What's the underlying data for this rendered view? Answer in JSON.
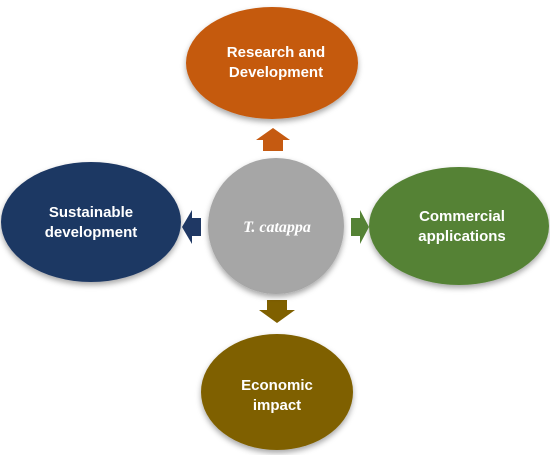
{
  "diagram": {
    "center": {
      "label": "T. catappa",
      "color": "#a6a6a6"
    },
    "nodes": [
      {
        "id": "research",
        "line1": "Research and",
        "line2": "Development",
        "color": "#c55a11"
      },
      {
        "id": "commercial",
        "line1": "Commercial",
        "line2": "applications",
        "color": "#548235"
      },
      {
        "id": "economic",
        "line1": "Economic",
        "line2": "impact",
        "color": "#7f6000"
      },
      {
        "id": "sustainable",
        "line1": "Sustainable",
        "line2": "development",
        "color": "#1f3864"
      }
    ]
  }
}
